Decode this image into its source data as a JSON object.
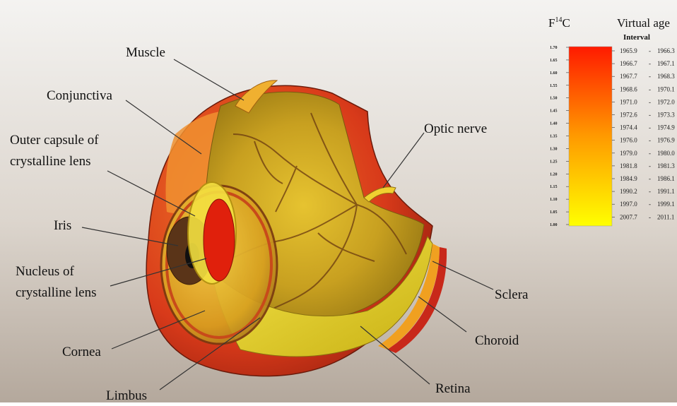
{
  "labels": {
    "muscle": "Muscle",
    "conjunctiva": "Conjunctiva",
    "outer_capsule_line1": "Outer capsule of",
    "outer_capsule_line2": "crystalline lens",
    "iris": "Iris",
    "nucleus_line1": "Nucleus of",
    "nucleus_line2": "crystalline lens",
    "cornea": "Cornea",
    "limbus": "Limbus",
    "optic_nerve": "Optic nerve",
    "sclera": "Sclera",
    "choroid": "Choroid",
    "retina": "Retina"
  },
  "legend": {
    "title_f14c_base": "F",
    "title_f14c_sup": "14",
    "title_f14c_end": "C",
    "title_virtual_age": "Virtual age",
    "subtitle_interval": "Interval",
    "scale_ticks": [
      "1.70",
      "1.65",
      "1.60",
      "1.55",
      "1.50",
      "1.45",
      "1.40",
      "1.35",
      "1.30",
      "1.25",
      "1.20",
      "1.15",
      "1.10",
      "1.05",
      "1.00"
    ],
    "intervals": [
      {
        "start": "1965.9",
        "sep": "-",
        "end": "1966.3"
      },
      {
        "start": "1966.7",
        "sep": "-",
        "end": "1967.1"
      },
      {
        "start": "1967.7",
        "sep": "-",
        "end": "1968.3"
      },
      {
        "start": "1968.6",
        "sep": "-",
        "end": "1970.1"
      },
      {
        "start": "1971.0",
        "sep": "-",
        "end": "1972.0"
      },
      {
        "start": "1972.6",
        "sep": "-",
        "end": "1973.3"
      },
      {
        "start": "1974.4",
        "sep": "-",
        "end": "1974.9"
      },
      {
        "start": "1976.0",
        "sep": "-",
        "end": "1976.9"
      },
      {
        "start": "1979.0",
        "sep": "-",
        "end": "1980.0"
      },
      {
        "start": "1981.8",
        "sep": "-",
        "end": "1981.3"
      },
      {
        "start": "1984.9",
        "sep": "-",
        "end": "1986.1"
      },
      {
        "start": "1990.2",
        "sep": "-",
        "end": "1991.1"
      },
      {
        "start": "1997.0",
        "sep": "-",
        "end": "1999.1"
      },
      {
        "start": "2007.7",
        "sep": "-",
        "end": "2011.1"
      }
    ]
  },
  "colors": {
    "scale_top": "#ff1a00",
    "scale_mid": "#ff9a00",
    "scale_bottom": "#ffff00",
    "sclera_red": "#d8321a",
    "choroid_orange": "#f0a020",
    "retina_yellow": "#e8d820"
  }
}
